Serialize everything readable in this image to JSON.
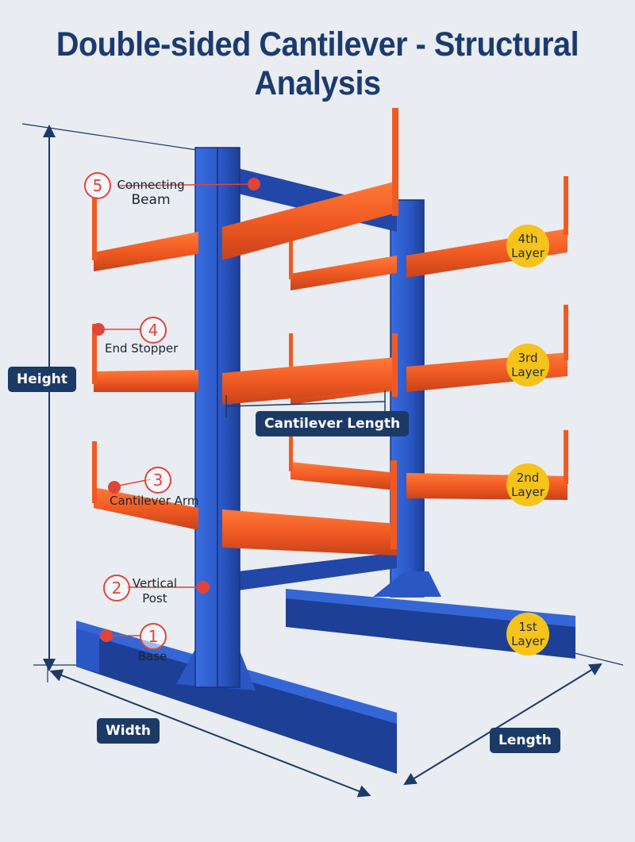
{
  "title": "Double-sided Cantilever - Structural Analysis",
  "dimensions": {
    "height": "Height",
    "width": "Width",
    "length": "Length",
    "cantilever_length": "Cantilever Length"
  },
  "layers": [
    {
      "num": "4th",
      "word": "Layer"
    },
    {
      "num": "3rd",
      "word": "Layer"
    },
    {
      "num": "2nd",
      "word": "Layer"
    },
    {
      "num": "1st",
      "word": "Layer"
    }
  ],
  "parts": [
    {
      "number": "1",
      "line1": "Base",
      "line2": ""
    },
    {
      "number": "2",
      "line1": "Vertical",
      "line2": "Post"
    },
    {
      "number": "3",
      "line1": "Cantilever Arm",
      "line2": ""
    },
    {
      "number": "4",
      "line1": "End Stopper",
      "line2": ""
    },
    {
      "number": "5",
      "line1": "Connecting",
      "line2": "Beam"
    }
  ],
  "colors": {
    "frame_blue": "#2a57c4",
    "arm_orange": "#f05a22",
    "badge_yellow": "#f6c31a",
    "label_navy": "#1c3a66",
    "marker_red": "#e2443a"
  }
}
